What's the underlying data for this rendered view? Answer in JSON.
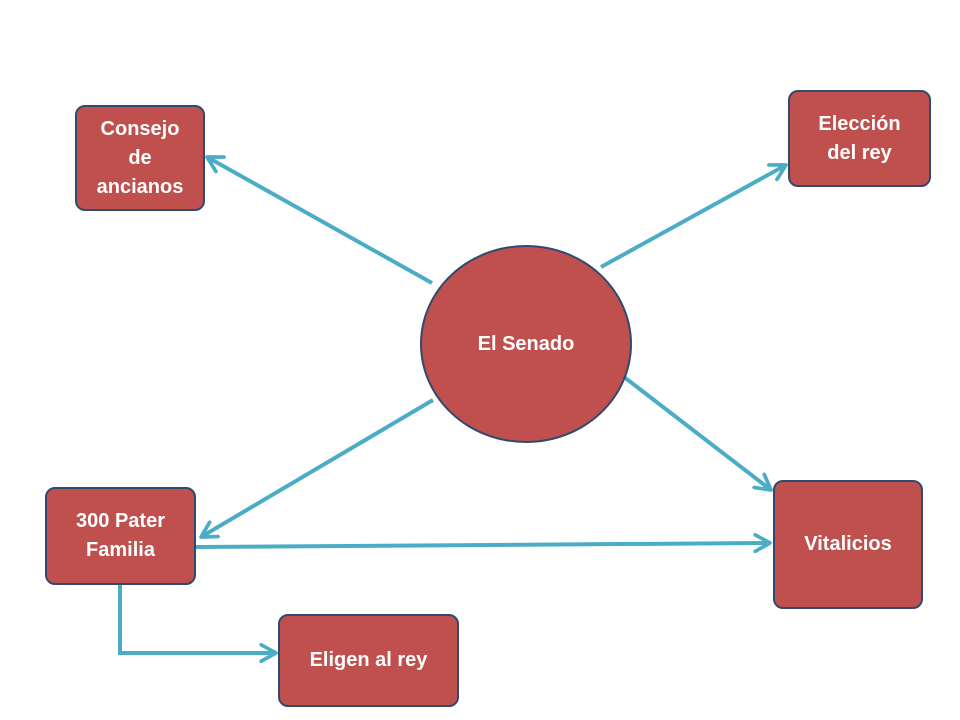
{
  "diagram": {
    "center": {
      "label": "El Senado"
    },
    "nodes": {
      "consejo": {
        "label": "Consejo\nde\nancianos"
      },
      "eleccion": {
        "label": "Elección\ndel rey"
      },
      "pater": {
        "label": "300 Pater\nFamilia"
      },
      "vitalicios": {
        "label": "Vitalicios"
      },
      "eligen": {
        "label": "Eligen al rey"
      }
    },
    "connections": [
      {
        "from": "El Senado",
        "to": "Consejo de ancianos"
      },
      {
        "from": "El Senado",
        "to": "Elección del rey"
      },
      {
        "from": "El Senado",
        "to": "300 Pater Familia"
      },
      {
        "from": "El Senado",
        "to": "Vitalicios"
      },
      {
        "from": "300 Pater Familia",
        "to": "Vitalicios"
      },
      {
        "from": "300 Pater Familia",
        "to": "Eligen al rey"
      }
    ]
  },
  "colors": {
    "node_fill": "#c0504d",
    "node_border": "#2f4a6e",
    "node_text": "#ffffff",
    "arrow": "#4bacc6"
  }
}
